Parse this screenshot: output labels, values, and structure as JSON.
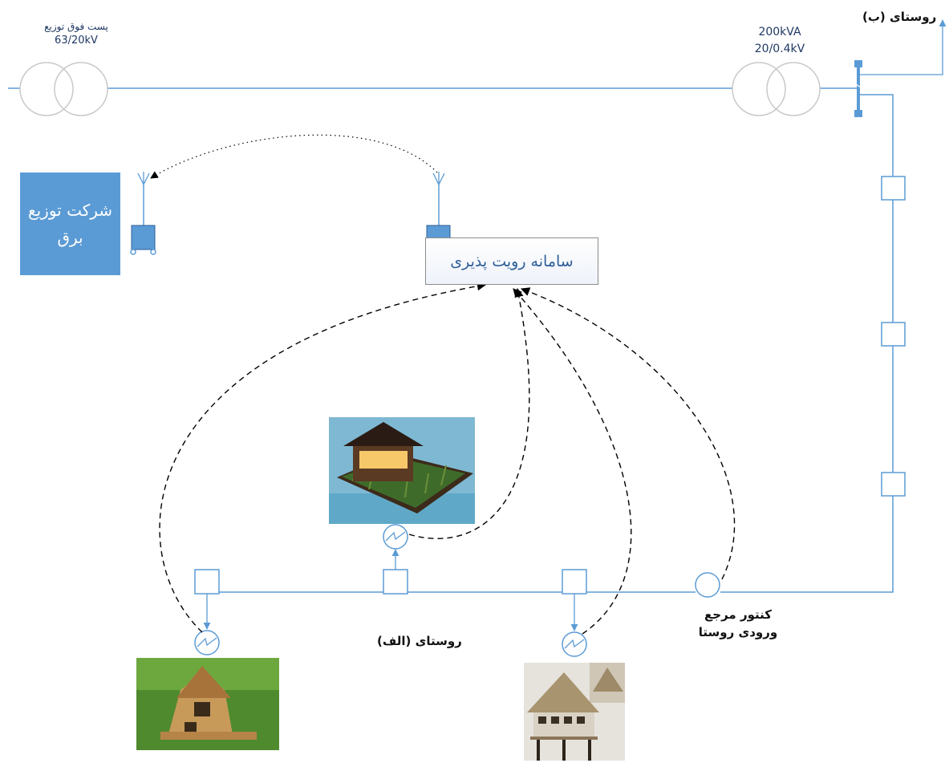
{
  "substation": {
    "name": "پست فوق توزیع",
    "rating": "63/20kV"
  },
  "distribution_transformer": {
    "capacity": "200kVA",
    "rating": "20/0.4kV"
  },
  "village_b": "روستای (ب)",
  "village_a": "روستای (الف)",
  "utility_company": {
    "line1": "شرکت توزیع",
    "line2": "برق"
  },
  "observability_system": "سامانه رویت پذیری",
  "reference_meter": {
    "line1": "کنتور مرجع",
    "line2": "ورودی روستا"
  },
  "colors": {
    "line": "#5b9bd5",
    "company_fill": "#5b9bd5",
    "label_text": "#1f3864",
    "link": "#000000"
  }
}
